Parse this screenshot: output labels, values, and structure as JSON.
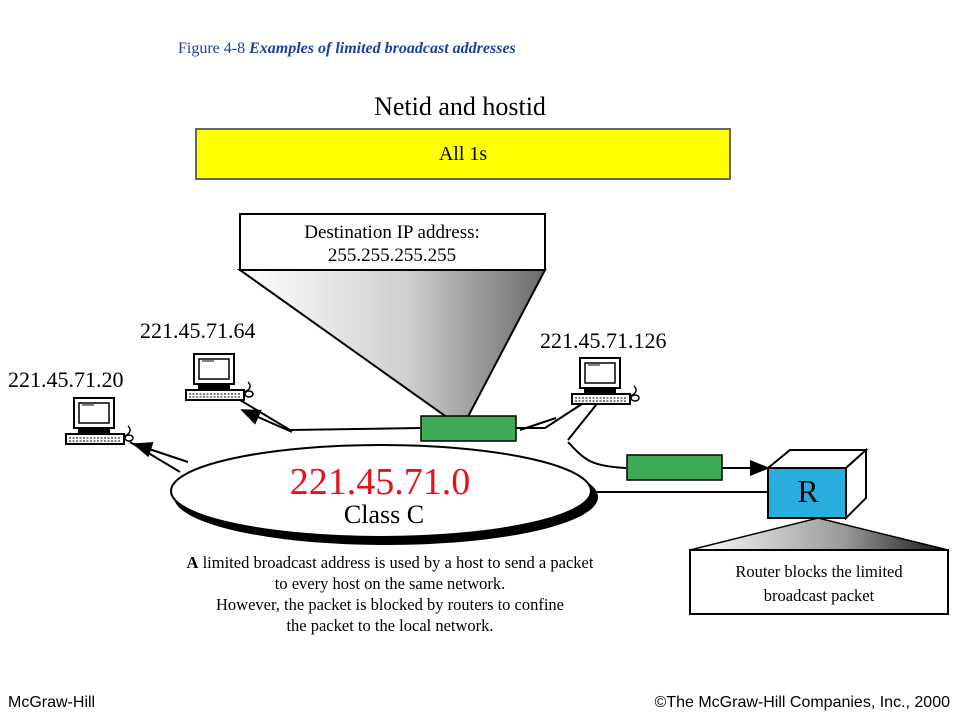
{
  "caption": {
    "prefix": "Figure  4-8 ",
    "title": "Examples of limited broadcast addresses"
  },
  "header": {
    "label": "Netid and hostid",
    "bar_text": "All 1s",
    "bar_color": "#ffff00"
  },
  "destination_box": {
    "line1": "Destination IP address:",
    "line2": "255.255.255.255"
  },
  "hosts": [
    {
      "ip": "221.45.71.64"
    },
    {
      "ip": "221.45.71.20"
    },
    {
      "ip": "221.45.71.126"
    }
  ],
  "network": {
    "address": "221.45.71.0",
    "class": "Class C",
    "address_color": "#e8101a"
  },
  "router": {
    "label": "R",
    "color": "#29aee0",
    "note_line1": "Router blocks the limited",
    "note_line2": "broadcast packet"
  },
  "packet_color": "#3daa55",
  "description": {
    "line1_bold": "A",
    "line1_rest": " limited broadcast address is used by a host to send a packet",
    "line2": "to every host on the same network.",
    "line3": "However, the packet is blocked by routers to confine",
    "line4": "the packet to the local network."
  },
  "footer": {
    "left": "McGraw-Hill",
    "right": "©The McGraw-Hill Companies, Inc., 2000"
  }
}
